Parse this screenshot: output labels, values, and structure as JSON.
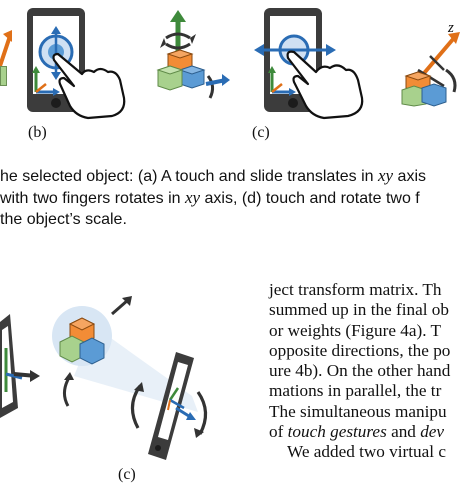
{
  "figure_top": {
    "labels": {
      "b": "(b)",
      "c": "(c)",
      "z_axis": "z"
    }
  },
  "caption": {
    "line1_part1": "he selected object: (a) A touch and slide translates in ",
    "line1_italic1": "xy",
    "line1_part2": " axis",
    "line2_part1": "with two fingers rotates in ",
    "line2_italic1": "xy",
    "line2_part2": " axis, (d) touch and rotate two f",
    "line3": "the object’s scale."
  },
  "figure_bottom": {
    "label_c": "(c)"
  },
  "body": {
    "line1": "ject transform matrix. Th",
    "line2": "summed up in the final ob",
    "line3": "or weights (Figure 4a). T",
    "line4": "opposite directions, the po",
    "line5": "ure 4b). On the other hand",
    "line6": "mations in parallel, the tr",
    "line7": "The simultaneous manipu",
    "line8_part1": "of ",
    "line8_italic1": "touch gestures",
    "line8_part2": " and ",
    "line8_italic2": "dev",
    "line9": "We added two virtual c"
  },
  "colors": {
    "arrow_blue": "#2a6cb4",
    "arrow_green": "#3e8a3b",
    "arrow_orange": "#e07018",
    "cube_orange": "#f28c36",
    "cube_blue": "#5b9bd5",
    "cube_green": "#a8d18d",
    "phone_dark": "#3c3c3c",
    "highlight_circle": "#cfe0f3"
  }
}
